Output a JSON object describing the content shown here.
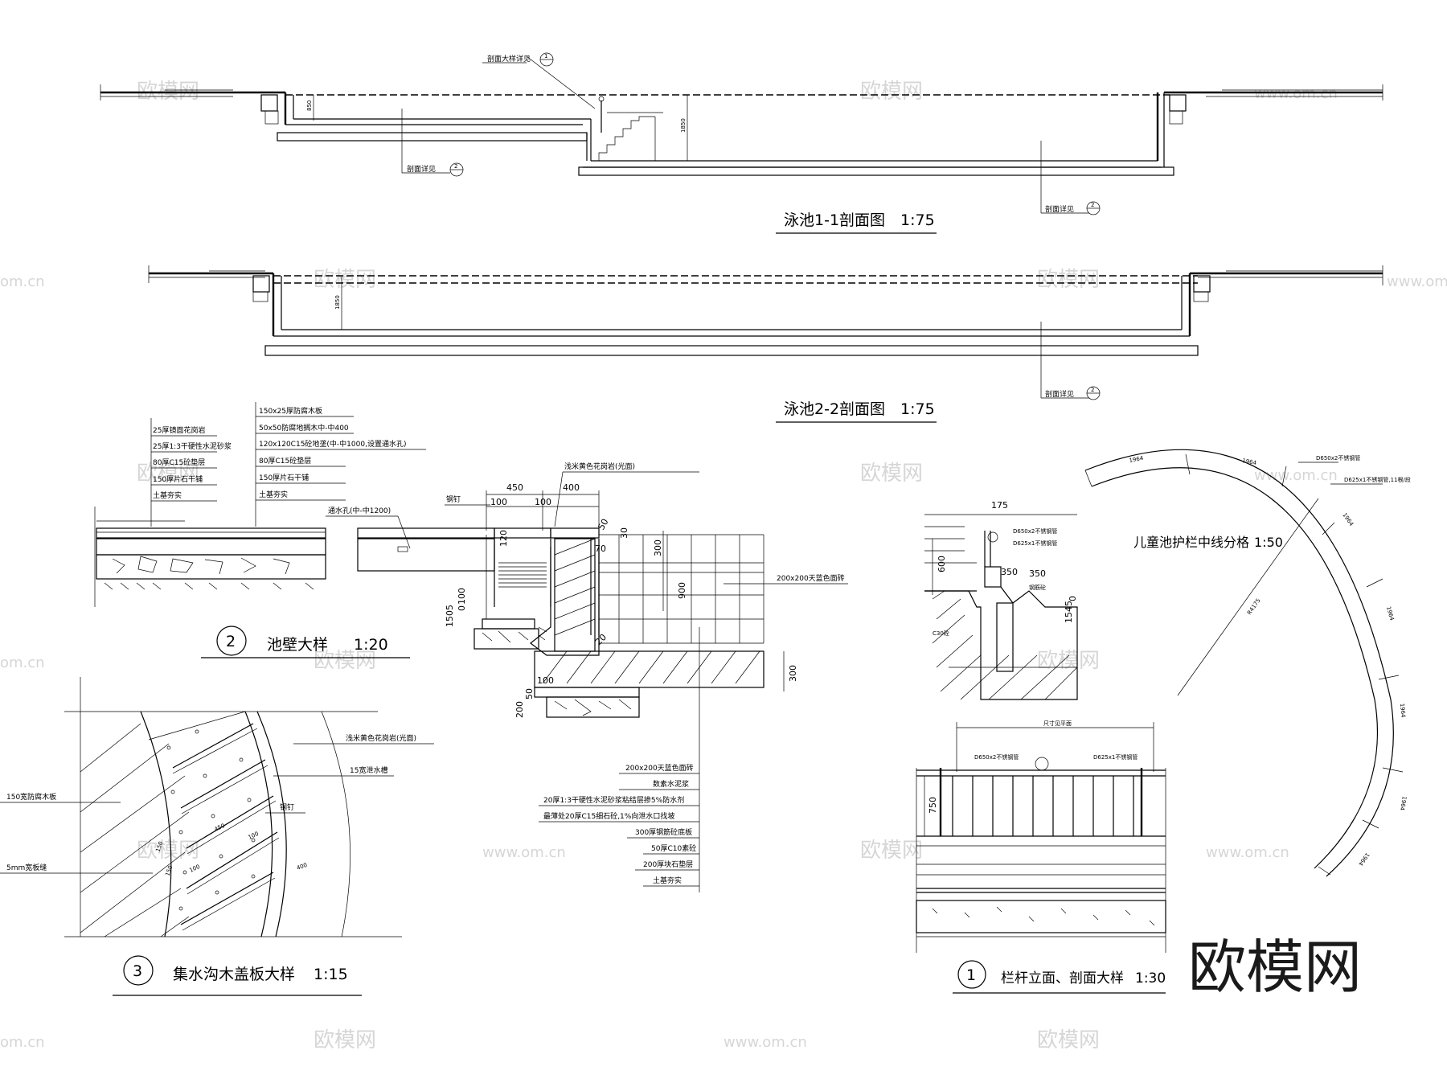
{
  "drawing": {
    "section_1_title": "泳池1-1剖面图",
    "section_1_scale": "1:75",
    "section_2_title": "泳池2-2剖面图",
    "section_2_scale": "1:75",
    "detail_ref_1": "剖面大样详见",
    "detail_ref_2": "剖面详见",
    "detail_ref_3": "剖面详见",
    "detail_ref_4": "剖面详见",
    "ref_num_1": "1",
    "ref_num_2": "2",
    "ref_num_3": "2",
    "ref_num_4": "2"
  },
  "wall_detail": {
    "number": "2",
    "title": "池壁大样",
    "scale": "1:20",
    "left_layers": [
      "25厚镜面花岗岩",
      "25厚1:3干硬性水泥砂浆",
      "80厚C15砼垫层",
      "150厚片石干铺",
      "土基夯实"
    ],
    "mid_layers": [
      "150x25厚防腐木板",
      "50x50防腐地搁木中-中400",
      "120x120C15砼地垄(中-中1000,设置通水孔)",
      "80厚C15砼垫层",
      "150厚片石干铺",
      "土基夯实"
    ],
    "vent_hole": "通水孔(中-中1200)",
    "nail": "钢钉",
    "coping": "浅米黄色花岗岩(光面)",
    "tile": "200x200天蓝色面砖",
    "dims": [
      "450",
      "400",
      "100",
      "100",
      "120",
      "300",
      "900",
      "70",
      "50",
      "30",
      "100",
      "1505",
      "0",
      "20",
      "300",
      "200",
      "50",
      "100"
    ],
    "bottom_layers": [
      "200x200天蓝色面砖",
      "数素水泥浆",
      "20厚1:3干硬性水泥砂浆粘结层掺5%防水剂",
      "最薄处20厚C15细石砼,1%向泄水口找坡",
      "300厚钢筋砼底板",
      "50厚C10素砼",
      "200厚块石垫层",
      "土基夯实"
    ]
  },
  "cover_detail": {
    "number": "3",
    "title": "集水沟木盖板大样",
    "scale": "1:15",
    "labels": [
      "浅米黄色花岗岩(光面)",
      "15宽泄水槽",
      "150宽防腐木板",
      "钢钉",
      "5mm宽板缝"
    ],
    "dims": [
      "450",
      "100",
      "150",
      "150",
      "100",
      "400"
    ]
  },
  "rail_plan": {
    "title": "儿童池护栏中线分格",
    "scale": "1:50",
    "radius": "R4175",
    "segment": "1964",
    "notes": [
      "D650x2不锈钢管",
      "D625x1不锈钢管,11根/段"
    ]
  },
  "rail_detail": {
    "number": "1",
    "title": "栏杆立面、剖面大样",
    "scale": "1:30",
    "dims": [
      "175",
      "600",
      "350",
      "350",
      "1545",
      "0",
      "750"
    ],
    "top_note": "尺寸见平面",
    "notes": [
      "D650x2不锈钢管",
      "D625x1不锈钢管",
      "C30砼",
      "钢筋砼"
    ]
  },
  "watermark": {
    "brand": "欧模网",
    "site": "www.om.cn",
    "site_short": "om.cn"
  },
  "colors": {
    "ink": "#000000",
    "watermark": "#d6d6d6",
    "paper": "#ffffff"
  }
}
